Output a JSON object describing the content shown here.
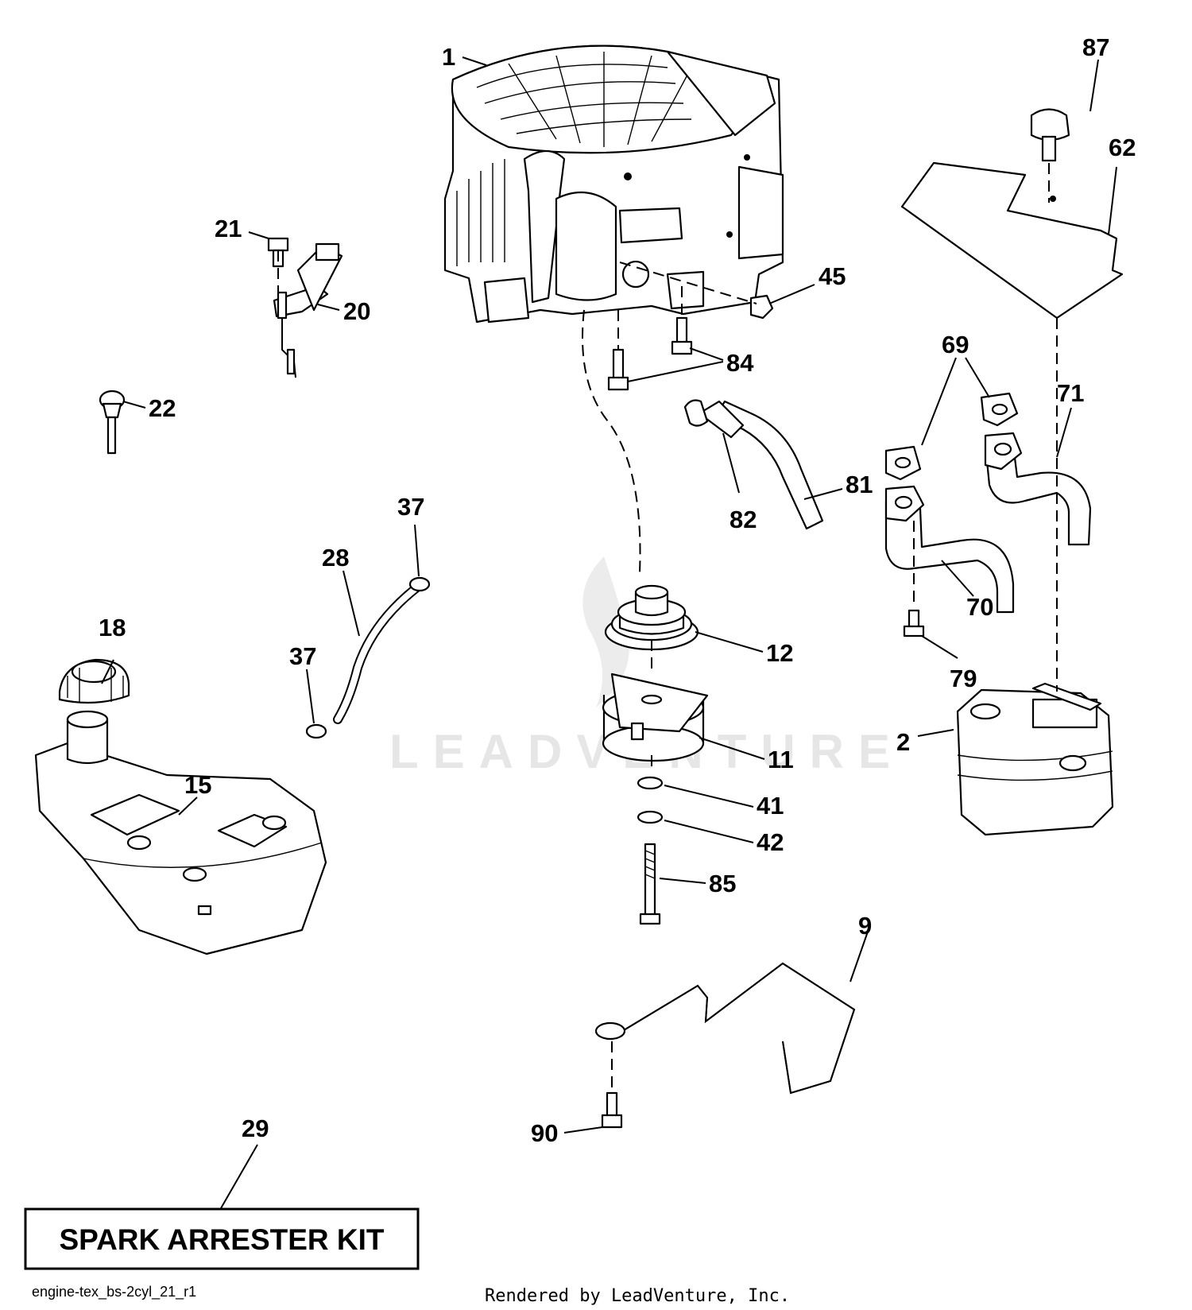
{
  "callouts": {
    "c1": "1",
    "c2": "2",
    "c9": "9",
    "c11": "11",
    "c12": "12",
    "c15": "15",
    "c18": "18",
    "c20": "20",
    "c21": "21",
    "c22": "22",
    "c28": "28",
    "c29": "29",
    "c37a": "37",
    "c37b": "37",
    "c41": "41",
    "c42": "42",
    "c45": "45",
    "c62": "62",
    "c69": "69",
    "c70": "70",
    "c71": "71",
    "c79": "79",
    "c81": "81",
    "c82": "82",
    "c84": "84",
    "c85": "85",
    "c87": "87",
    "c90": "90"
  },
  "kit_label": "SPARK ARRESTER KIT",
  "diagram_id": "engine-tex_bs-2cyl_21_r1",
  "rendered_by": "Rendered by LeadVenture, Inc.",
  "watermark": "LEADVENTURE"
}
